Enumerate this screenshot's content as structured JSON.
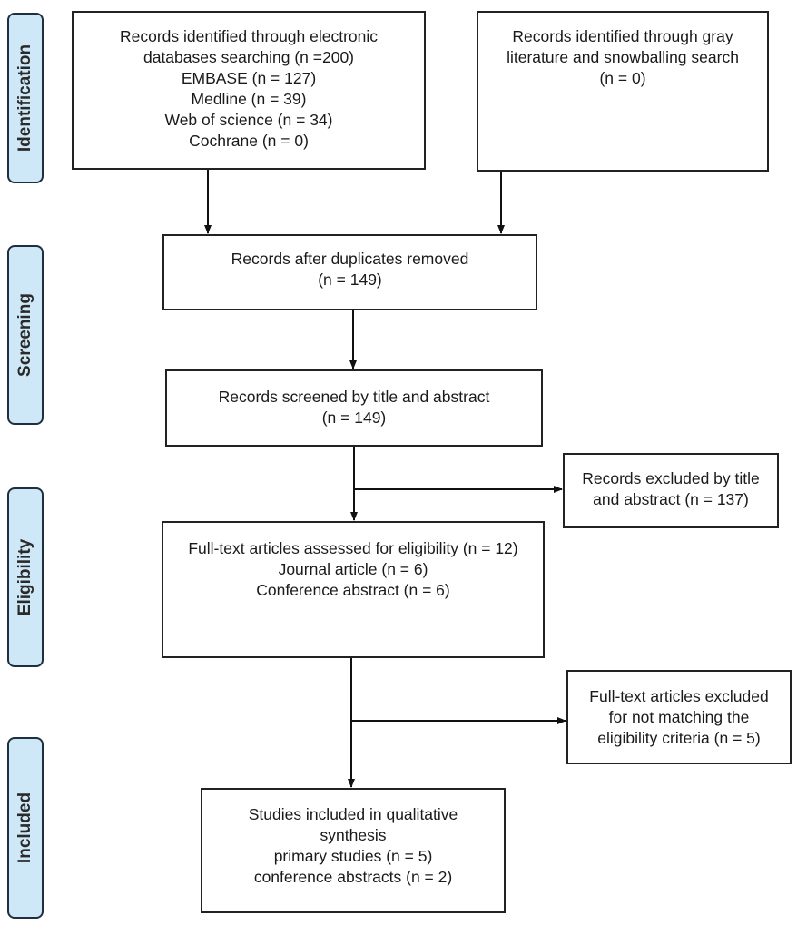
{
  "stages": {
    "identification": "Identification",
    "screening": "Screening",
    "eligibility": "Eligibility",
    "included": "Included"
  },
  "boxes": {
    "electronic": {
      "lines": [
        "Records identified through electronic",
        "databases searching (n =200)",
        "EMBASE (n = 127)",
        "Medline (n = 39)",
        "Web of science (n = 34)",
        "Cochrane (n = 0)"
      ]
    },
    "gray": {
      "lines": [
        "Records identified through gray",
        "literature and snowballing search",
        "(n = 0)"
      ]
    },
    "duplicates": {
      "lines": [
        "Records after duplicates removed",
        "(n = 149)"
      ]
    },
    "screened": {
      "lines": [
        "Records screened by title and abstract",
        "(n = 149)"
      ]
    },
    "excluded_title": {
      "lines": [
        "Records excluded by title",
        "and abstract (n = 137)"
      ]
    },
    "fulltext": {
      "lines": [
        "Full-text articles assessed for eligibility (n = 12)",
        "Journal article (n = 6)",
        "Conference abstract (n = 6)"
      ]
    },
    "excluded_fulltext": {
      "lines": [
        "Full-text articles excluded",
        "for not matching the",
        "eligibility criteria (n = 5)"
      ]
    },
    "included": {
      "lines": [
        "Studies included in qualitative",
        "synthesis",
        "primary studies (n = 5)",
        "conference abstracts (n = 2)"
      ]
    }
  }
}
